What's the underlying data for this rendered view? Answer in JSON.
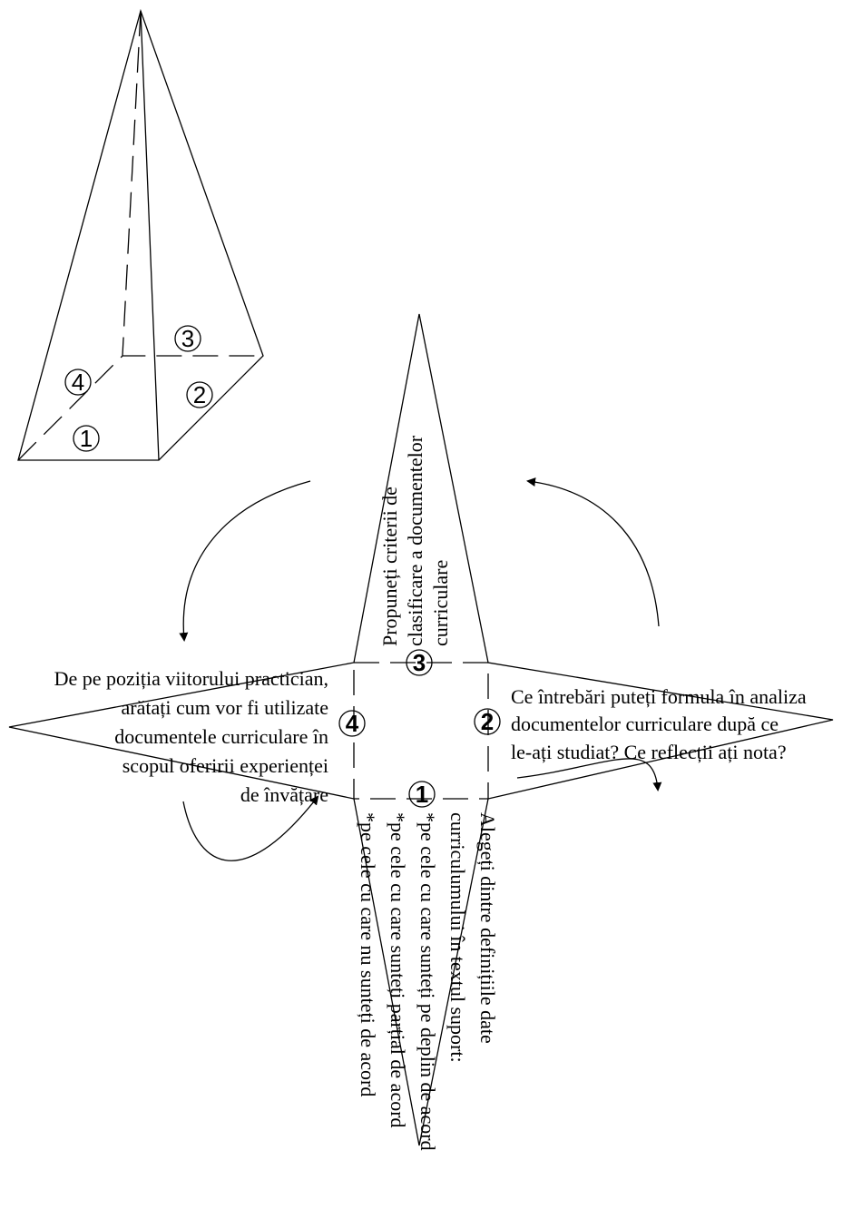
{
  "pyramid_labels": {
    "face1": "1",
    "face2": "2",
    "face3": "3",
    "face4": "4"
  },
  "star": {
    "face1": {
      "number": "1",
      "lines": [
        "Alegeți dintre definițiile date",
        "curriculumului  în textul suport:",
        "*pe cele cu care sunteți pe deplin de acord",
        "*pe cele cu care sunteți parțial de acord",
        "*pe cele cu care nu sunteți de acord"
      ]
    },
    "face2": {
      "number": "2",
      "lines": [
        "Ce întrebări  puteți  formula  în analiza",
        "documentelor   curriculare   după  ce",
        "le-ați studiat?  Ce reflecții  ați nota?"
      ]
    },
    "face3": {
      "number": "3",
      "lines": [
        "Propuneți  criterii  de",
        "clasificare  a documentelor",
        "curriculare"
      ]
    },
    "face4": {
      "number": "4",
      "lines": [
        "De pe poziția viitorului practician,",
        "arătați cum  vor  fi utilizate",
        "documentele  curriculare  în",
        "scopul  oferirii  experienței",
        "de învățare"
      ]
    }
  },
  "arrows": [
    "top-left",
    "bottom-left",
    "bottom-right",
    "top-right"
  ]
}
